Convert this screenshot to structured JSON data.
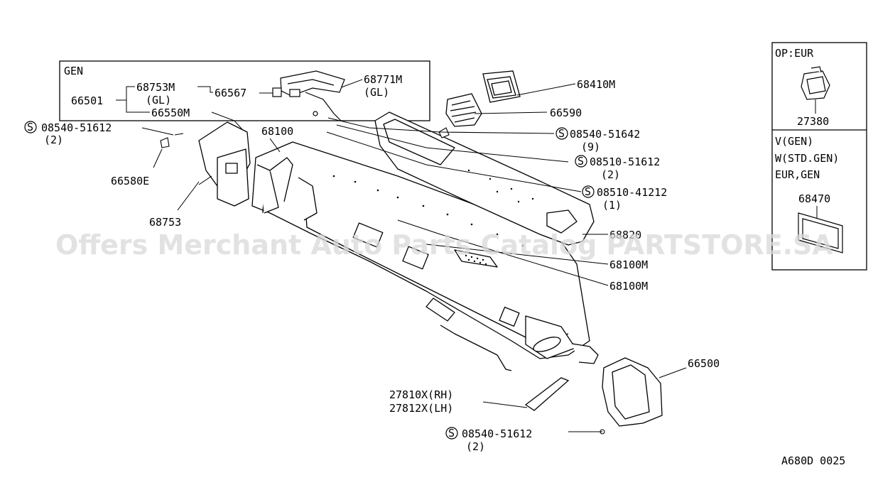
{
  "diagram_code": "A680D 0025",
  "watermark": "Offers Merchant Auto Parts Catalog PARTSTORE.SA",
  "gen_box": {
    "title": "GEN",
    "parts": [
      "66501",
      "68753M",
      "(GL)",
      "66567",
      "68771M",
      "(GL)",
      "66550M"
    ]
  },
  "callouts": {
    "p68410M": "68410M",
    "p66590": "66590",
    "s08540_51642": "08540-51642",
    "s08540_51642_qty": "(9)",
    "s08510_51612": "08510-51612",
    "s08510_51612_qty": "(2)",
    "s08510_41212": "08510-41212",
    "s08510_41212_qty": "(1)",
    "p68820": "68820",
    "p68100M_a": "68100M",
    "p68100M_b": "68100M",
    "p68100": "68100",
    "s08540_51612_top": "08540-51612",
    "s08540_51612_top_qty": "(2)",
    "p66580E": "66580E",
    "p68753": "68753",
    "p27810X": "27810X(RH)",
    "p27812X": "27812X(LH)",
    "s08540_51612_bot": "08540-51612",
    "s08540_51612_bot_qty": "(2)",
    "p66500": "66500"
  },
  "screw_symbol": "S",
  "side_box": {
    "op_label": "OP:EUR",
    "op_part": "27380",
    "variant_lines": [
      "V(GEN)",
      "W(STD.GEN)",
      "EUR,GEN"
    ],
    "variant_part": "68470"
  }
}
